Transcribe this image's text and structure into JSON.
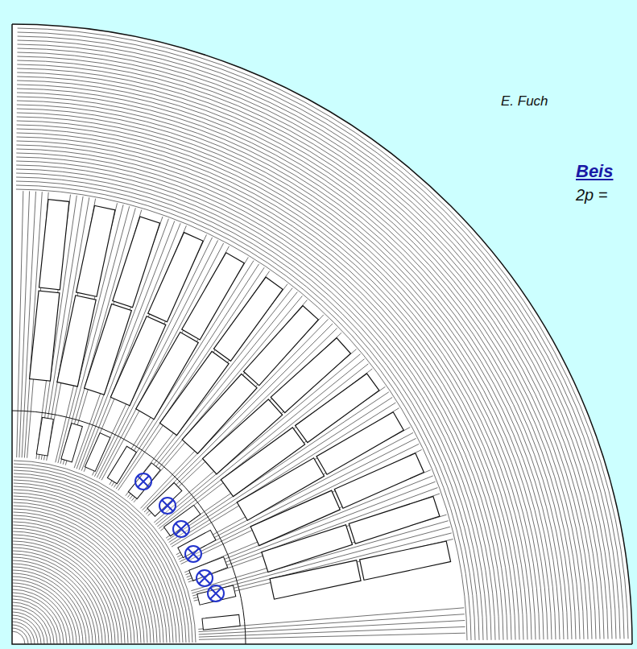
{
  "diagram": {
    "labels": [
      "E. Fuch",
      "Beis",
      "2p ="
    ]
  }
}
